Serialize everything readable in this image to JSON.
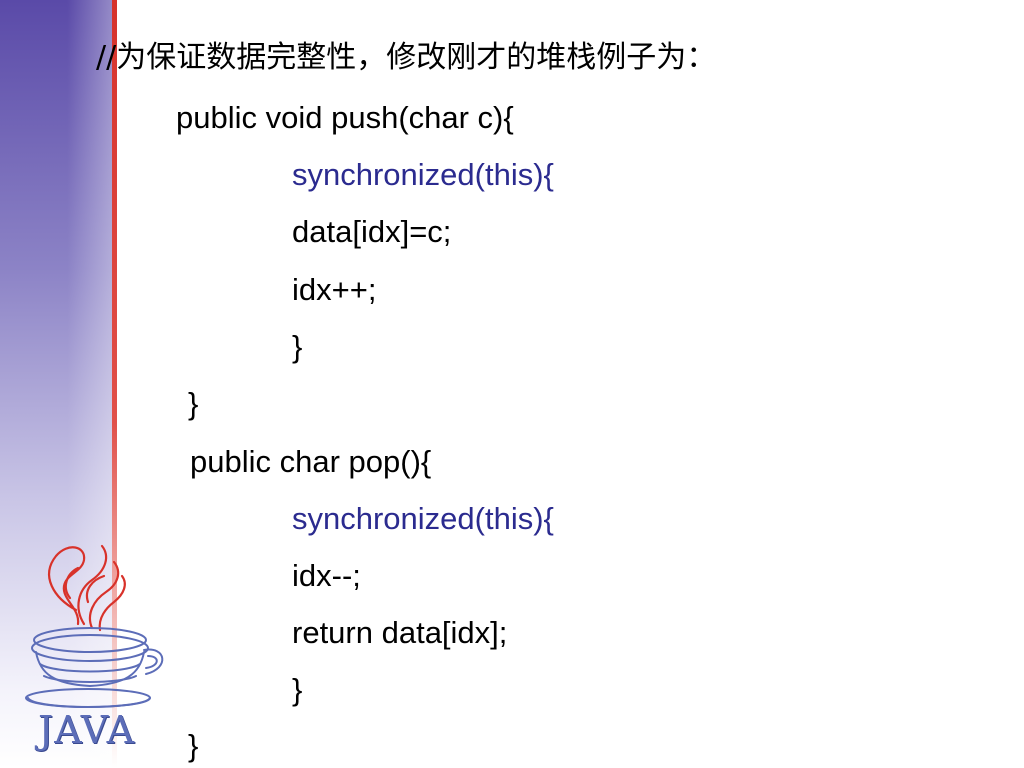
{
  "slide": {
    "comment": "//为保证数据完整性，修改刚才的堆栈例子为：",
    "code_lines": [
      "public void push(char c){",
      "synchronized(this){",
      "data[idx]=c;",
      "idx++;",
      "}",
      "}",
      "public char pop(){",
      "synchronized(this){",
      "idx--;",
      "return data[idx];",
      "}",
      "}"
    ],
    "highlight_color": "#2b2b8f",
    "text_color": "#000000"
  },
  "branding": {
    "logo_text": "JAVA",
    "logo_icon": "java-coffee-cup-icon",
    "accent_red": "#d6322c",
    "band_purple": "#5a4aa8"
  }
}
